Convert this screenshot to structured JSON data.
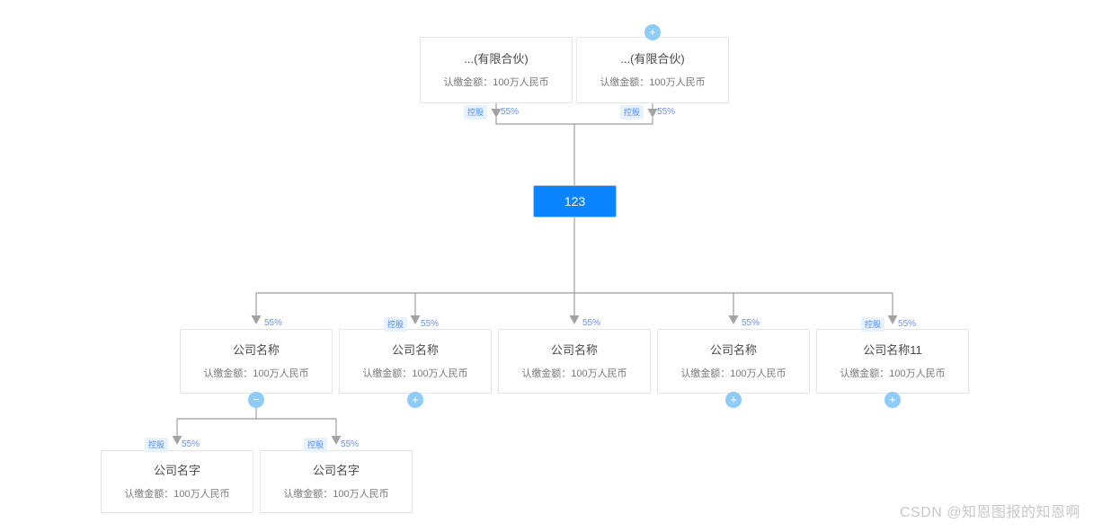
{
  "diagram": {
    "type": "equity-structure-tree",
    "colors": {
      "root_fill": "#0b84ff",
      "root_text": "#ffffff",
      "node_border": "#e2e4e8",
      "connector": "#9e9e9e",
      "tag_bg": "#e8f1fe",
      "tag_text": "#4b8df8",
      "percent_text": "#6c8fe8",
      "toggle_bg": "#8fcbf7",
      "watermark": "#c9c9c9"
    },
    "labels": {
      "amount_prefix": "认缴金额：",
      "holding_tag": "控股",
      "percent": "55%",
      "plus": "+",
      "minus": "−"
    }
  },
  "shareholders": [
    {
      "id": "sh-1",
      "title": "...(有限合伙)",
      "amount": "认缴金额：100万人民币",
      "toggle": null,
      "edge": {
        "tag": "控股",
        "percent": "55%"
      }
    },
    {
      "id": "sh-2",
      "title": "...(有限合伙)",
      "amount": "认缴金额：100万人民币",
      "toggle": "+",
      "edge": {
        "tag": "控股",
        "percent": "55%"
      }
    }
  ],
  "root": {
    "id": "root",
    "title": "123"
  },
  "subsidiaries": [
    {
      "id": "sub-1",
      "title": "公司名称",
      "amount": "认缴金额：100万人民币",
      "toggle": "−",
      "edge": {
        "tag": "",
        "percent": "55%"
      }
    },
    {
      "id": "sub-2",
      "title": "公司名称",
      "amount": "认缴金额：100万人民币",
      "toggle": "+",
      "edge": {
        "tag": "控股",
        "percent": "55%"
      }
    },
    {
      "id": "sub-3",
      "title": "公司名称",
      "amount": "认缴金额：100万人民币",
      "toggle": null,
      "edge": {
        "tag": "",
        "percent": "55%"
      }
    },
    {
      "id": "sub-4",
      "title": "公司名称",
      "amount": "认缴金额：100万人民币",
      "toggle": "+",
      "edge": {
        "tag": "",
        "percent": "55%"
      }
    },
    {
      "id": "sub-5",
      "title": "公司名称11",
      "amount": "认缴金额：100万人民币",
      "toggle": "+",
      "edge": {
        "tag": "控股",
        "percent": "55%"
      }
    }
  ],
  "grandchildren": [
    {
      "id": "gc-1",
      "title": "公司名字",
      "amount": "认缴金额：100万人民币",
      "toggle": null,
      "edge": {
        "tag": "控股",
        "percent": "55%"
      }
    },
    {
      "id": "gc-2",
      "title": "公司名字",
      "amount": "认缴金额：100万人民币",
      "toggle": null,
      "edge": {
        "tag": "控股",
        "percent": "55%"
      }
    }
  ],
  "watermark": {
    "text": "CSDN @知恩图报的知恩啊"
  }
}
